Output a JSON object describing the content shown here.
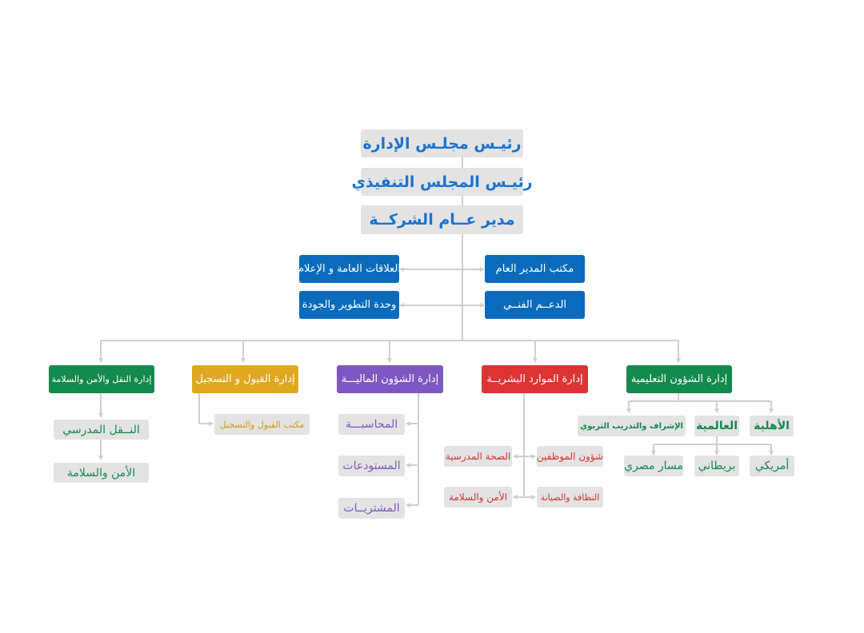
{
  "colors": {
    "blue": "#0a6bbd",
    "green": "#138a4e",
    "red": "#de3333",
    "purple": "#7e57c2",
    "yellow": "#dfa81f",
    "gray_box": "#e3e3e3",
    "connector": "#d0d0d0"
  },
  "top": {
    "chairman": "رئيـس مجلـس الإدارة",
    "executive": "رئيـس المجلس التنفيذي",
    "general_manager": "مدير عــام الشركــة"
  },
  "staff": {
    "gm_office": "مكتب المدير العام",
    "technical_support": "الدعــم الفنــي",
    "public_relations": "العلاقات العامة و الإعلام",
    "development_quality": "وحدة التطوير والجودة"
  },
  "departments": {
    "educational": "إدارة الشؤون التعليمية",
    "hr": "إدارة الموارد البشريــة",
    "finance": "إدارة الشؤون الماليـــة",
    "admissions": "إدارة القبول و التسجيل",
    "transport_safety": "إدارة النقل والأمن والسلامة"
  },
  "educational": {
    "ahlia": "الأهلية",
    "alamia": "العالمية",
    "supervision": "الإشراف والتدريب التربوي",
    "american": "أمريكي",
    "british": "بريطاني",
    "egyptian": "مسار مصري"
  },
  "hr": {
    "employees": "شؤون الموظفين",
    "cleaning": "النظافة والصيانة",
    "school_health": "الصحة المدرسية",
    "security": "الأمن والسلامة"
  },
  "finance": {
    "accounting": "المحاسبـــة",
    "warehouses": "المستودعات",
    "purchases": "المشتريــات"
  },
  "admissions": {
    "office": "مكتب القبول والتسجيل"
  },
  "transport": {
    "school_transport": "النــقل المدرسي",
    "security": "الأمن والسلامة"
  }
}
